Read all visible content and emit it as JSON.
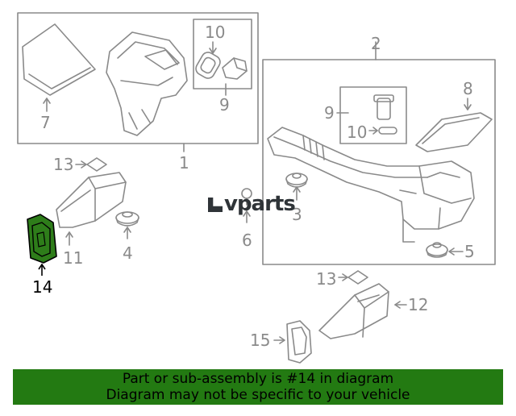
{
  "callouts": {
    "c1": "1",
    "c2": "2",
    "c3": "3",
    "c4": "4",
    "c5": "5",
    "c6": "6",
    "c7": "7",
    "c8": "8",
    "c9a": "9",
    "c9b": "9",
    "c10a": "10",
    "c10b": "10",
    "c11": "11",
    "c12": "12",
    "c13a": "13",
    "c13b": "13",
    "c14": "14",
    "c15": "15"
  },
  "highlight_part": "14",
  "highlight_color": "#2e7d1a",
  "line_color": "#8a8a8a",
  "logo": {
    "text": "vparts"
  },
  "banner": {
    "line1": "Part or sub-assembly is #14 in diagram",
    "line2": "Diagram may not be specific to your vehicle",
    "color": "#237a12"
  }
}
